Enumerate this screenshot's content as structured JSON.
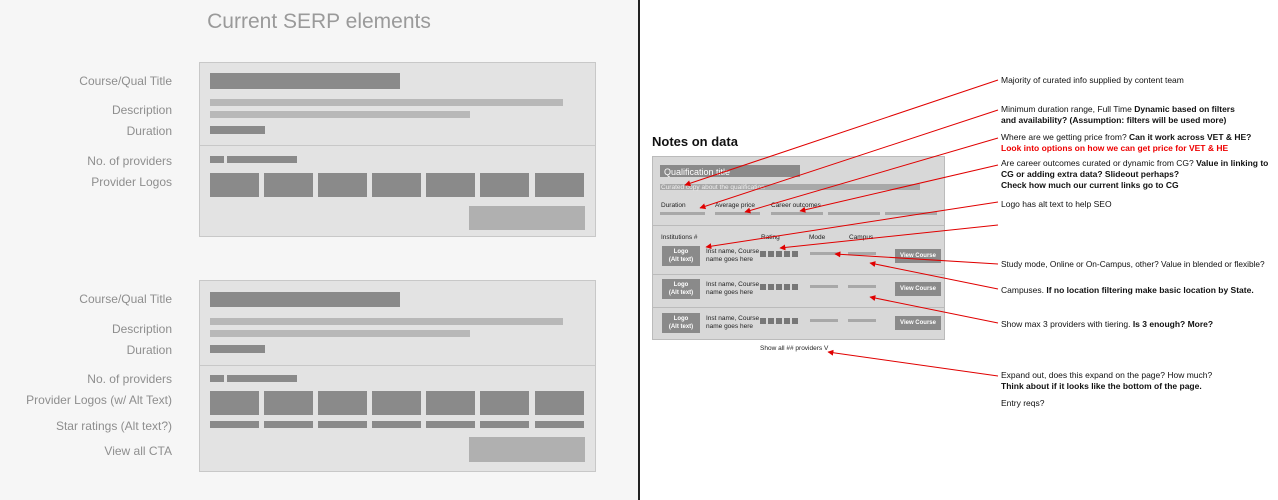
{
  "left": {
    "title": "Current SERP elements",
    "card1": {
      "labels": {
        "course_title": "Course/Qual Title",
        "description": "Description",
        "duration": "Duration",
        "num_providers": "No. of providers",
        "provider_logos": "Provider Logos"
      }
    },
    "card2": {
      "labels": {
        "course_title": "Course/Qual Title",
        "description": "Description",
        "duration": "Duration",
        "num_providers": "No. of providers",
        "provider_logos": "Provider Logos (w/ Alt Text)",
        "star_ratings": "Star ratings (Alt text?)",
        "view_all": "View all CTA"
      }
    }
  },
  "right": {
    "title": "Notes on data",
    "mock": {
      "qual_title": "Qualification title",
      "curated_copy": "Curated copy about the qualification",
      "duration": "Duration",
      "avg_price": "Average price",
      "career_outcomes": "Career outcomes",
      "institutions": "Institutions #",
      "rating": "Rating",
      "mode": "Mode",
      "campus": "Campus",
      "logo": "Logo",
      "logo_alt": "(Alt text)",
      "inst_name_1": "Inst name, Course",
      "inst_name_2": "name goes here",
      "view_course": "View Course",
      "show_all": "Show all ## providers V"
    },
    "notes": {
      "n1": "Majority of curated info supplied by content team",
      "n2a": "Minimum duration range, Full Time ",
      "n2b": "Dynamic based on filters",
      "n2c": "and availability? (Assumption: filters will be used more)",
      "n3a": "Where are we getting price from? ",
      "n3b": "Can it work across VET & HE?",
      "n3c": "Look into options on how we can get price for VET & HE",
      "n4a": "Are career outcomes curated or dynamic from CG? ",
      "n4b": "Value in linking to",
      "n4c": "CG or adding extra data? Slideout perhaps?",
      "n4d": "Check how much our current links go to CG",
      "n5": "Logo has alt text to help SEO",
      "n6": "Study mode, Online or On-Campus, other? Value in blended or flexible?",
      "n7a": "Campuses. ",
      "n7b": "If no location filtering make basic location by State.",
      "n8a": "Show max 3 providers with tiering. ",
      "n8b": "Is 3 enough? More?",
      "n9a": "Expand out, does this expand on the page? How much?",
      "n9b": "Think about if it looks like the bottom of the page.",
      "n10": "Entry reqs?"
    },
    "colors": {
      "accent": "#e00000",
      "bar": "#8a8a8a"
    }
  }
}
